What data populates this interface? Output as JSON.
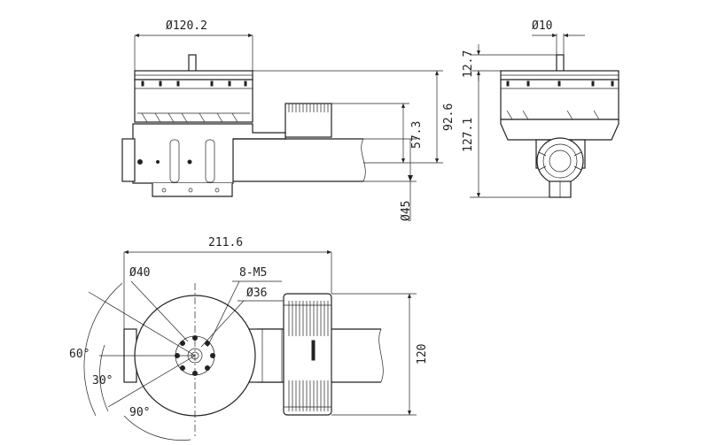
{
  "dimensions": {
    "top_diameter": "Ø120.2",
    "shaft_diameter": "Ø10",
    "shaft_height": "12.7",
    "height_total_side": "92.6",
    "height_mid": "57.3",
    "height_total_end": "127.1",
    "tube_diameter": "Ø45",
    "length_total": "211.6",
    "bolt_circle": "Ø40",
    "screw_spec": "8-M5",
    "inner_circle": "Ø36",
    "angle_60": "60°",
    "angle_30": "30°",
    "angle_90": "90°",
    "width_120": "120"
  },
  "colors": {
    "line": "#222222",
    "background": "#ffffff"
  }
}
